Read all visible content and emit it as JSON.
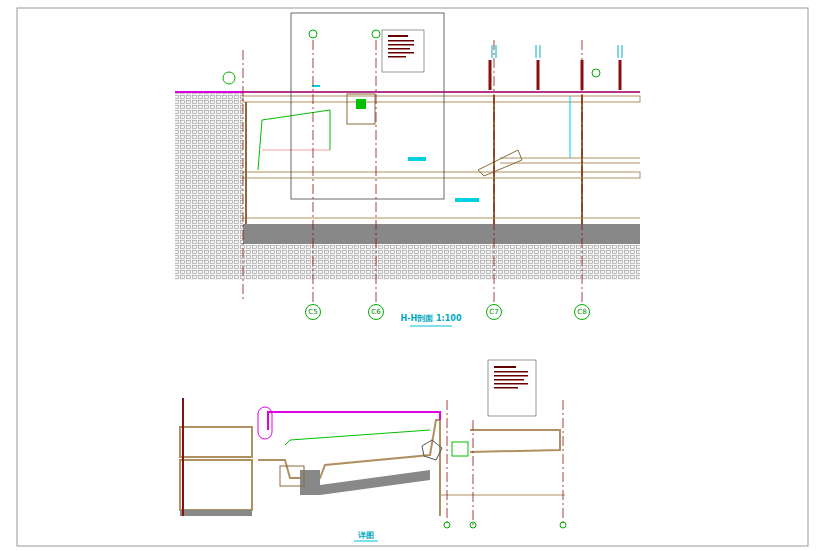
{
  "diagram": {
    "title": "H-H剖面 1:100",
    "caption": "详图",
    "nodes": [
      {
        "text": [
          "C5"
        ]
      },
      {
        "text": [
          "C6"
        ]
      },
      {
        "text": [
          "C7"
        ]
      },
      {
        "text": [
          "C8"
        ]
      }
    ]
  }
}
